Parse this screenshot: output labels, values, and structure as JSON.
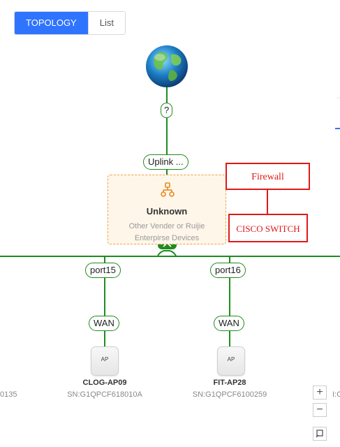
{
  "view_toggle": {
    "topology": "TOPOLOGY",
    "list": "List"
  },
  "internet_link": {
    "label": "?"
  },
  "uplink": {
    "label": "Uplink ..."
  },
  "unknown_device": {
    "title": "Unknown",
    "subtitle_line1": "Other Vender or Ruijie",
    "subtitle_line2": "Enterpirse Devices"
  },
  "annotations": {
    "firewall": "Firewall",
    "cisco_switch": "CISCO SWITCH"
  },
  "devices": [
    {
      "port": "port15",
      "wan": "WAN",
      "tile": "AP",
      "name": "CLOG-AP09",
      "sn": "SN:G1QPCF618010A"
    },
    {
      "port": "port16",
      "wan": "WAN",
      "tile": "AP",
      "name": "FIT-AP28",
      "sn": "SN:G1QPCF6100259"
    }
  ],
  "left_cutoff_sn": "0135",
  "right_cutoff_text": "I:C",
  "zoom": {
    "in": "+",
    "out": "−"
  },
  "colors": {
    "link": "#1e8c1e",
    "accent": "#2f74ff",
    "unknown_border": "#f0a040",
    "annotation": "#e01818"
  }
}
